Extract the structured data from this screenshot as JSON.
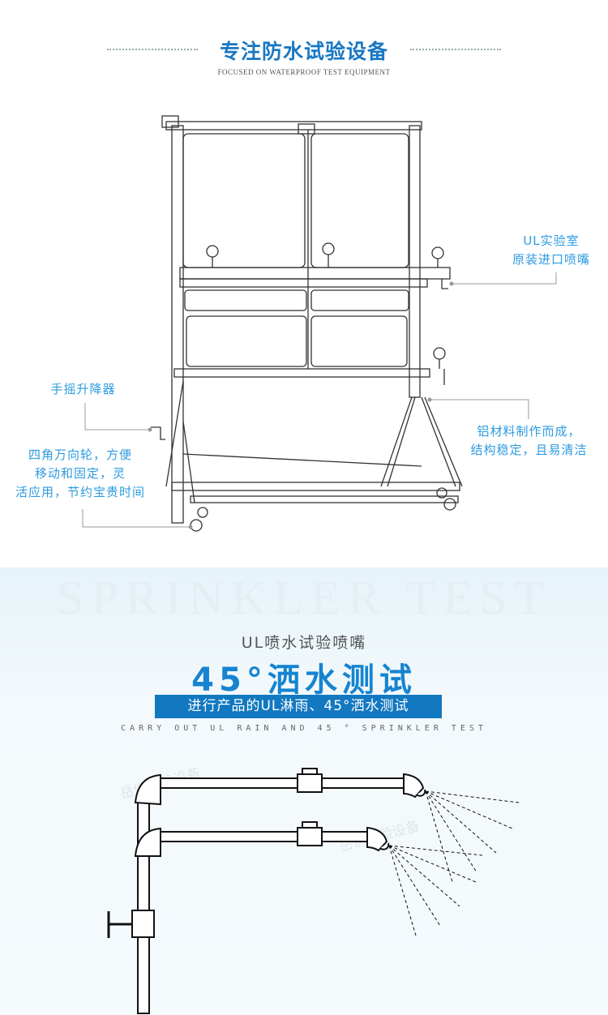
{
  "header": {
    "title": "专注防水试验设备",
    "subtitle": "FOCUSED ON WATERPROOF TEST EQUIPMENT"
  },
  "callouts": {
    "nozzle": [
      "UL实验室",
      "原装进口喷嘴"
    ],
    "material": [
      "铝材料制作而成，",
      "结构稳定，且易清洁"
    ],
    "crank": "手摇升降器",
    "wheels": [
      "四角万向轮，方便",
      "移动和固定，灵",
      "活应用，节约宝贵时间"
    ]
  },
  "sprinkler": {
    "watermark": "SPRINKLER TEST",
    "label": "UL喷水试验喷嘴",
    "headline": "45°洒水测试",
    "band": "进行产品的UL淋雨、45°洒水测试",
    "english": "CARRY OUT UL RAIN AND 45 ° SPRINKLER TEST",
    "diagram_watermark": "岳信试验设备"
  },
  "colors": {
    "brand_blue": "#1878c4",
    "callout_blue": "#2d9be0",
    "band_blue": "#1278c0"
  }
}
